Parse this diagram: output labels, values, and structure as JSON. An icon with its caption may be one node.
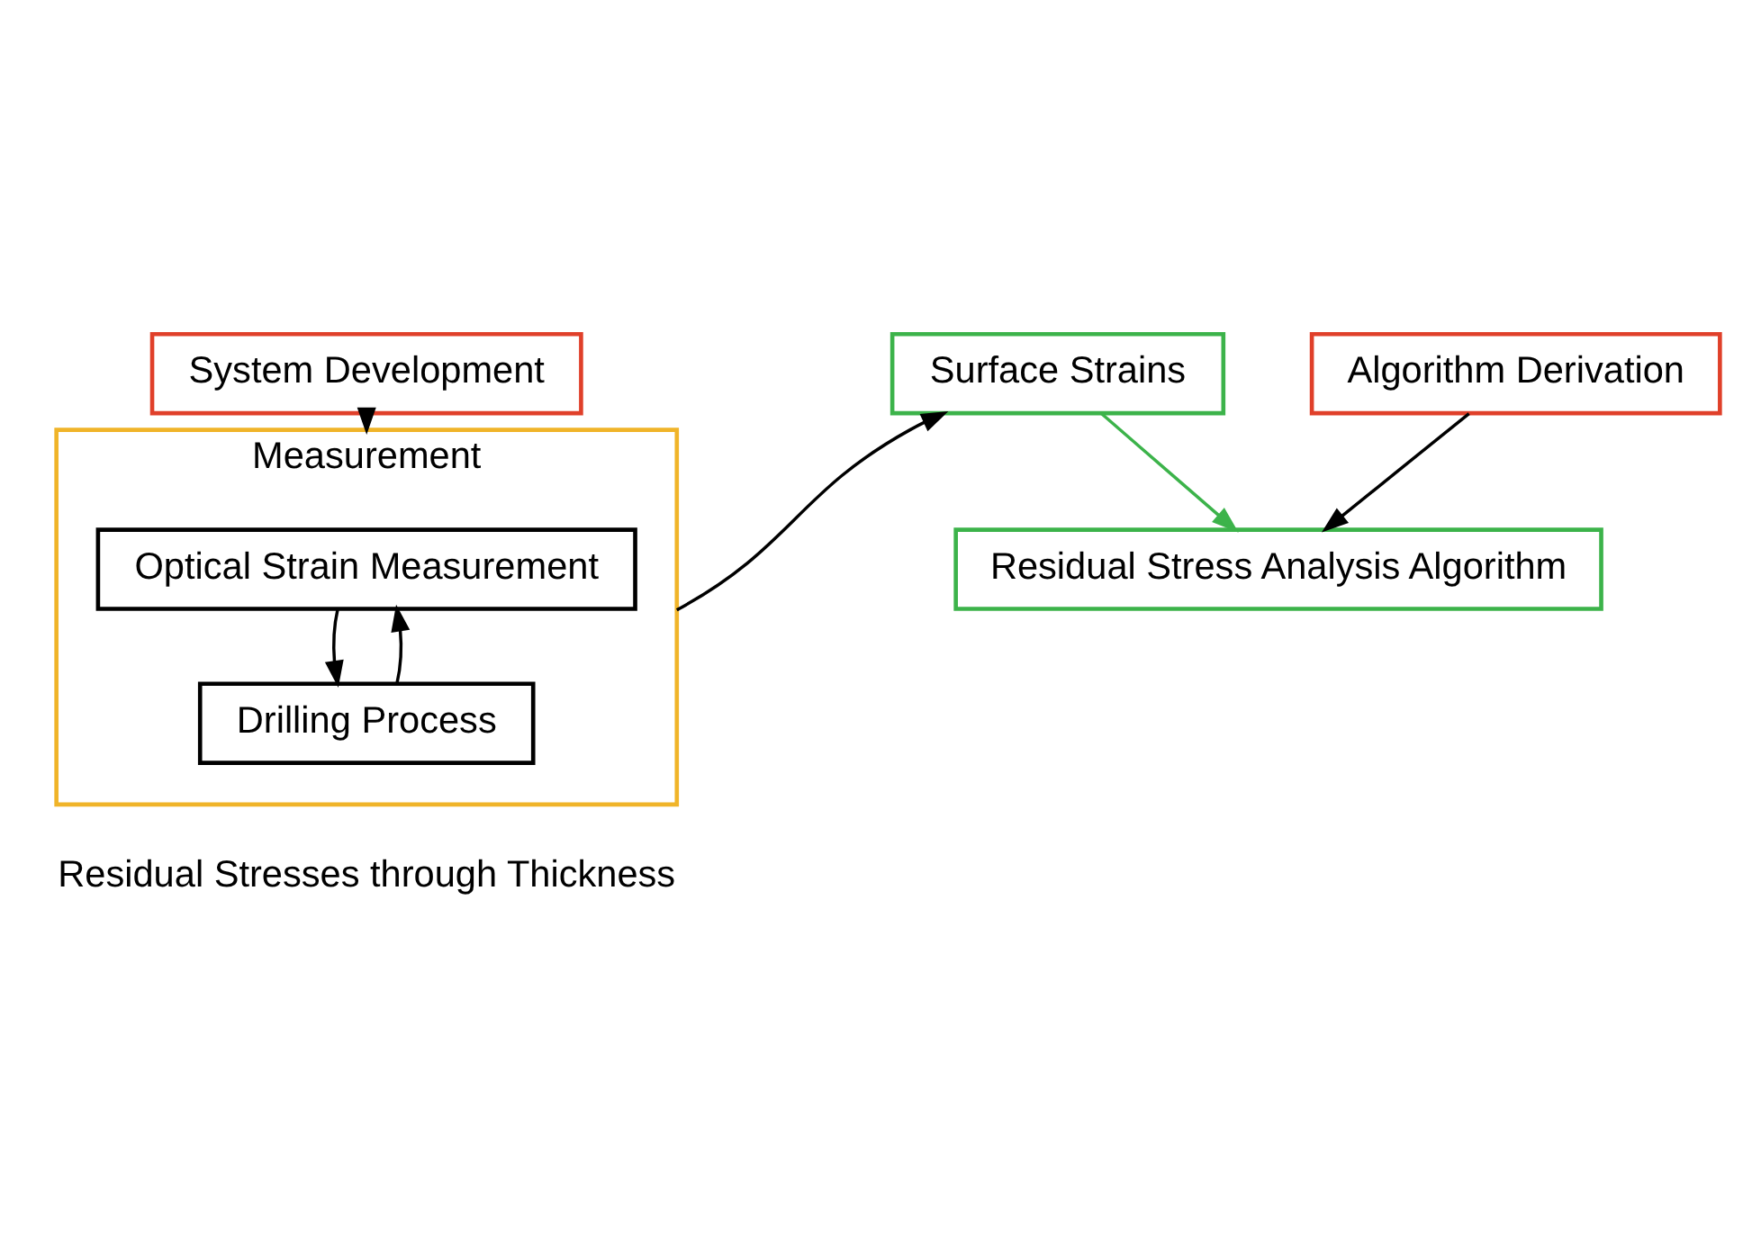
{
  "diagram": {
    "nodes": [
      {
        "text": [
          "System Development"
        ]
      },
      {
        "text": [
          "Algorithm Derivation"
        ]
      },
      {
        "text": [
          "Measurement"
        ]
      },
      {
        "text": [
          "Optical Strain Measurement"
        ],
        "in": 2
      },
      {
        "text": [
          "Drilling Process"
        ],
        "in": 2
      },
      {
        "text": [
          "Residual Stress Analysis Algorithm"
        ]
      },
      {
        "text": [
          "Surface Strains"
        ]
      }
    ],
    "edges": [
      {
        "from": 0,
        "to": 2,
        "arrow": "to"
      },
      {
        "from": 1,
        "to": 5,
        "arrow": "to"
      },
      {
        "from": 3,
        "to": 4,
        "arrow": "to"
      },
      {
        "from": 4,
        "to": 3,
        "arrow": "to"
      },
      {
        "from": 2,
        "to": 6,
        "arrow": "to"
      },
      {
        "from": 6,
        "to": 5,
        "arrow": "to",
        "color": "#3cb34a"
      }
    ],
    "labels": [
      "Residual Stresses through Thickness"
    ]
  }
}
